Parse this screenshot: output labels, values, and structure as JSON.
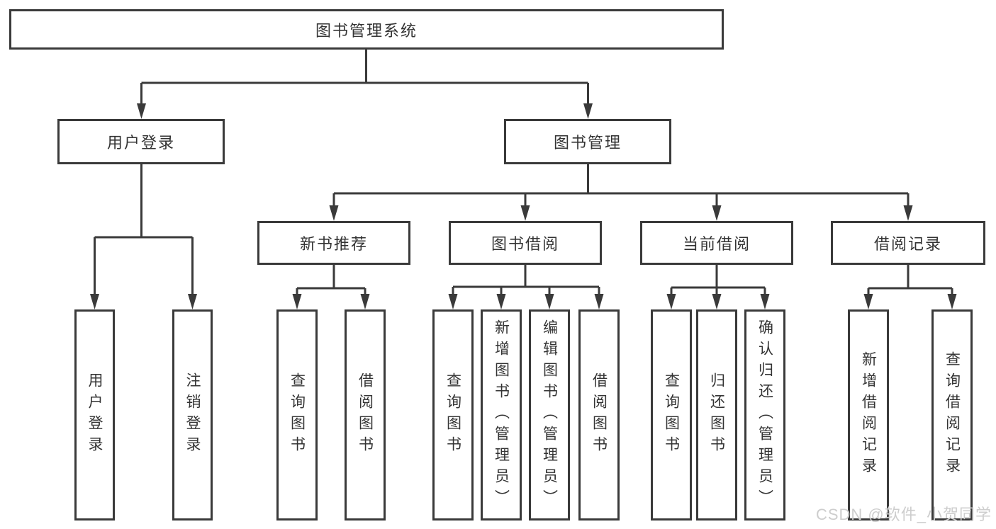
{
  "tree": {
    "root": "图书管理系统",
    "children": [
      {
        "label": "用户登录",
        "children": [
          "用户登录",
          "注销登录"
        ]
      },
      {
        "label": "图书管理",
        "children": [
          {
            "label": "新书推荐",
            "children": [
              "查询图书",
              "借阅图书"
            ]
          },
          {
            "label": "图书借阅",
            "children": [
              "查询图书",
              "新增图书（管理员）",
              "编辑图书（管理员）",
              "借阅图书"
            ]
          },
          {
            "label": "当前借阅",
            "children": [
              "查询图书",
              "归还图书",
              "确认归还（管理员）"
            ]
          },
          {
            "label": "借阅记录",
            "children": [
              "新增借阅记录",
              "查询借阅记录"
            ]
          }
        ]
      }
    ]
  },
  "watermark": "CSDN @软件_小贺同学",
  "colors": {
    "line": "#3a3a3a",
    "box_border": "#3a3a3a",
    "box_fill": "#ffffff",
    "text": "#333333",
    "background": "#ffffff",
    "watermark": "#cdcdcd"
  }
}
